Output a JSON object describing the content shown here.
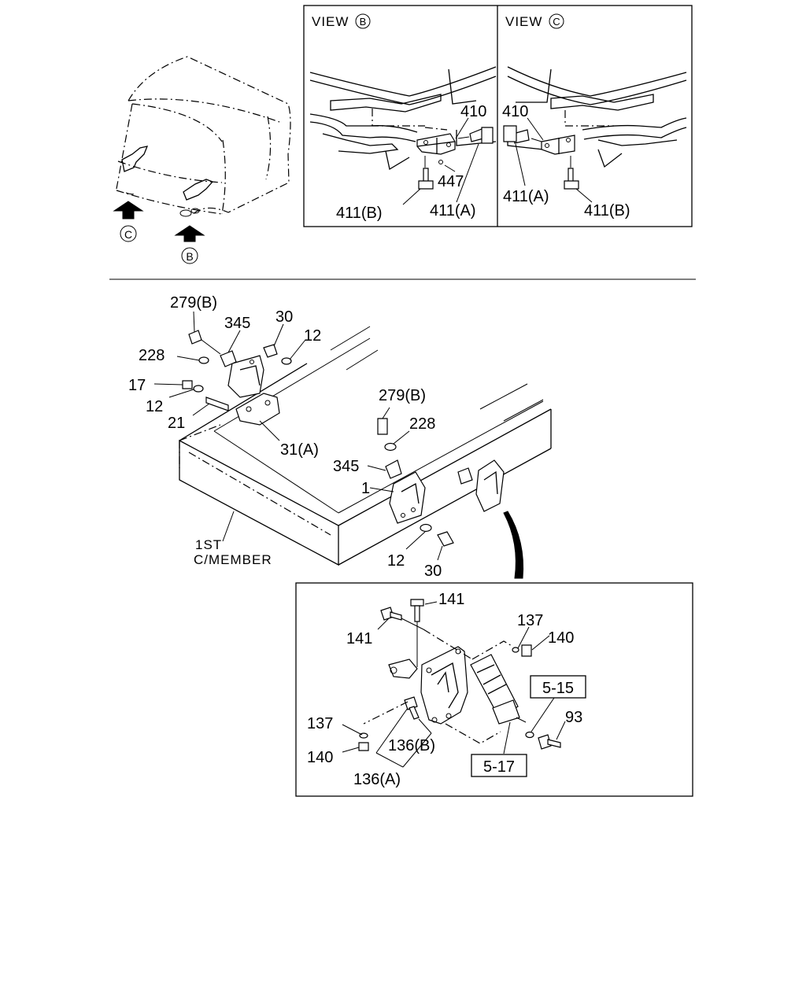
{
  "view_b": {
    "title": "VIEW",
    "marker": "B"
  },
  "view_c": {
    "title": "VIEW",
    "marker": "C"
  },
  "arrows": {
    "c": "C",
    "b": "B"
  },
  "labels": {
    "vb_410": "410",
    "vb_447": "447",
    "vb_411b": "411(B)",
    "vb_411a": "411(A)",
    "vc_410": "410",
    "vc_411a": "411(A)",
    "vc_411b": "411(B)",
    "m_279b_1": "279(B)",
    "m_345_1": "345",
    "m_30_1": "30",
    "m_12_1": "12",
    "m_228_1": "228",
    "m_17": "17",
    "m_12_2": "12",
    "m_21": "21",
    "m_31a": "31(A)",
    "m_279b_2": "279(B)",
    "m_228_2": "228",
    "m_345_2": "345",
    "m_1": "1",
    "m_12_3": "12",
    "m_30_2": "30",
    "m_member_1": "1ST",
    "m_member_2": "C/MEMBER",
    "d_141a": "141",
    "d_141b": "141",
    "d_137a": "137",
    "d_140a": "140",
    "d_515": "5-15",
    "d_93": "93",
    "d_137b": "137",
    "d_140b": "140",
    "d_136b": "136(B)",
    "d_136a": "136(A)",
    "d_517": "5-17"
  }
}
